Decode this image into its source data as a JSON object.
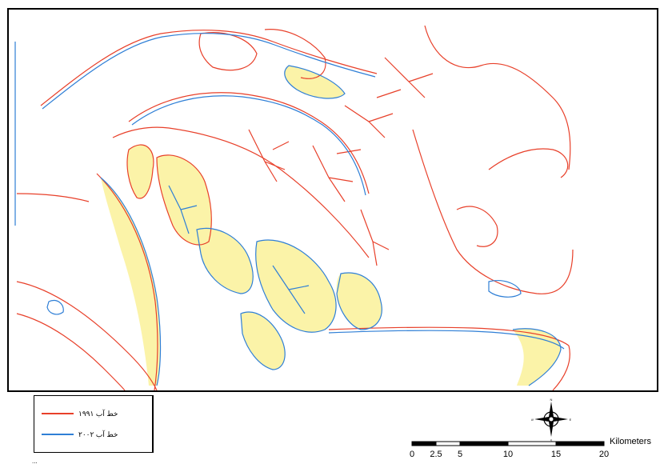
{
  "map": {
    "colors": {
      "shoreline_1991": "#e8402a",
      "shoreline_2002": "#2f7fd6",
      "change_fill": "#fbf3a8",
      "frame": "#000000"
    }
  },
  "legend": {
    "items": [
      {
        "label": "خط آب ۱۹۹۱",
        "color": "#e8402a"
      },
      {
        "label": "خط آب ۲۰۰۲",
        "color": "#2f7fd6"
      }
    ],
    "footer": "..."
  },
  "north_arrow": {
    "icon": "north-arrow-compass-icon",
    "letters": [
      "N",
      "E",
      "S",
      "W"
    ]
  },
  "scale_bar": {
    "units": "Kilometers",
    "ticks": [
      "0",
      "2.5",
      "5",
      "10",
      "15",
      "20"
    ],
    "tick_values": [
      0,
      2.5,
      5,
      10,
      15,
      20
    ]
  }
}
